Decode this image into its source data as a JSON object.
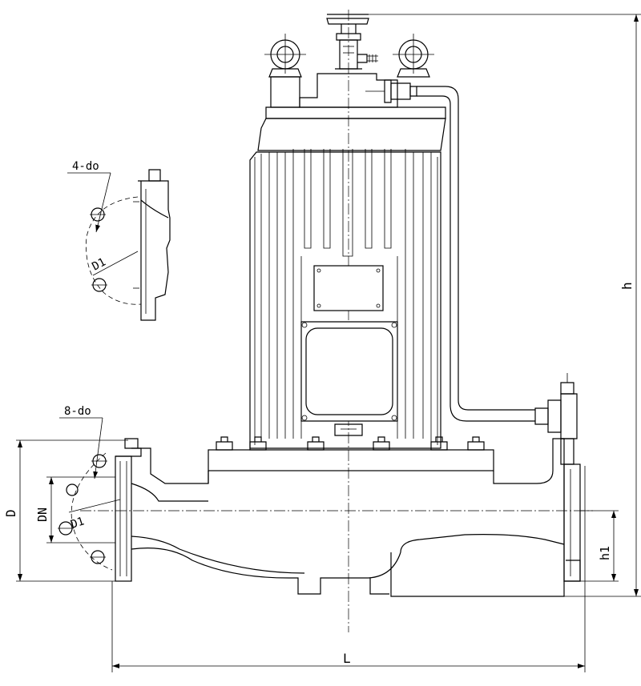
{
  "labels": {
    "flange_holes_small": "4-do",
    "pitch_small": "D1",
    "flange_holes_large": "8-do",
    "pitch_large": "D1",
    "outer_diameter": "D",
    "nominal_diameter": "DN",
    "total_height": "h",
    "center_height": "h1",
    "length": "L"
  }
}
